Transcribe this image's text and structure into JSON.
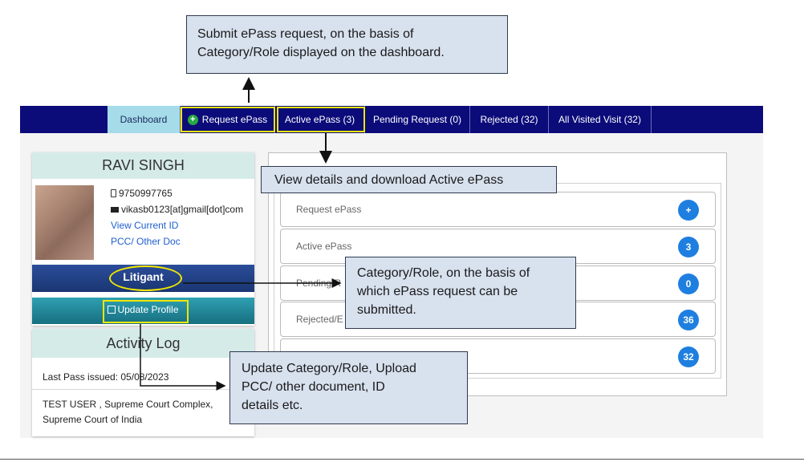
{
  "navbar": {
    "tabs": [
      {
        "label": "Dashboard",
        "active": true
      },
      {
        "label": "Request ePass",
        "icon": "plus-circle-icon"
      },
      {
        "label": "Active ePass (3)"
      },
      {
        "label": "Pending Request (0)"
      },
      {
        "label": "Rejected (32)"
      },
      {
        "label": "All Visited Visit (32)"
      }
    ]
  },
  "profile": {
    "name": "RAVI SINGH",
    "phone": "9750997765",
    "email": "vikasb0123[at]gmail[dot]com",
    "view_id_link": "View Current ID",
    "doc_link": "PCC/ Other Doc",
    "role": "Litigant",
    "update_button": "Update Profile"
  },
  "activity_log": {
    "title": "Activity Log",
    "last_pass": "Last Pass issued: 05/08/2023",
    "location_line1": "TEST USER , Supreme Court Complex,",
    "location_line2": "Supreme Court of India"
  },
  "dashboard_rows": [
    {
      "label": "Request ePass",
      "value": "+"
    },
    {
      "label": "Active ePass",
      "value": "3"
    },
    {
      "label": "Pending R",
      "value": "0"
    },
    {
      "label": "Rejected/E",
      "value": "36"
    },
    {
      "label": "",
      "value": "32"
    }
  ],
  "callouts": {
    "submit_line1": "Submit ePass  request,  on  the basis  of",
    "submit_line2": "Category/Role displayed  on the dashboard.",
    "view_details": "View details  and download  Active ePass",
    "category_line1": "Category/Role,  on  the basis of",
    "category_line2": "which ePass  request  can  be",
    "category_line3": "submitted.",
    "update_line1": "Update Category/Role,  Upload",
    "update_line2": "PCC/ other document, ID",
    "update_line3": "details etc."
  },
  "colors": {
    "navbar": "#0b0b7a",
    "highlight": "#f2e600",
    "callout_bg": "#d8e1ee",
    "count_badge": "#1e7fe0"
  }
}
